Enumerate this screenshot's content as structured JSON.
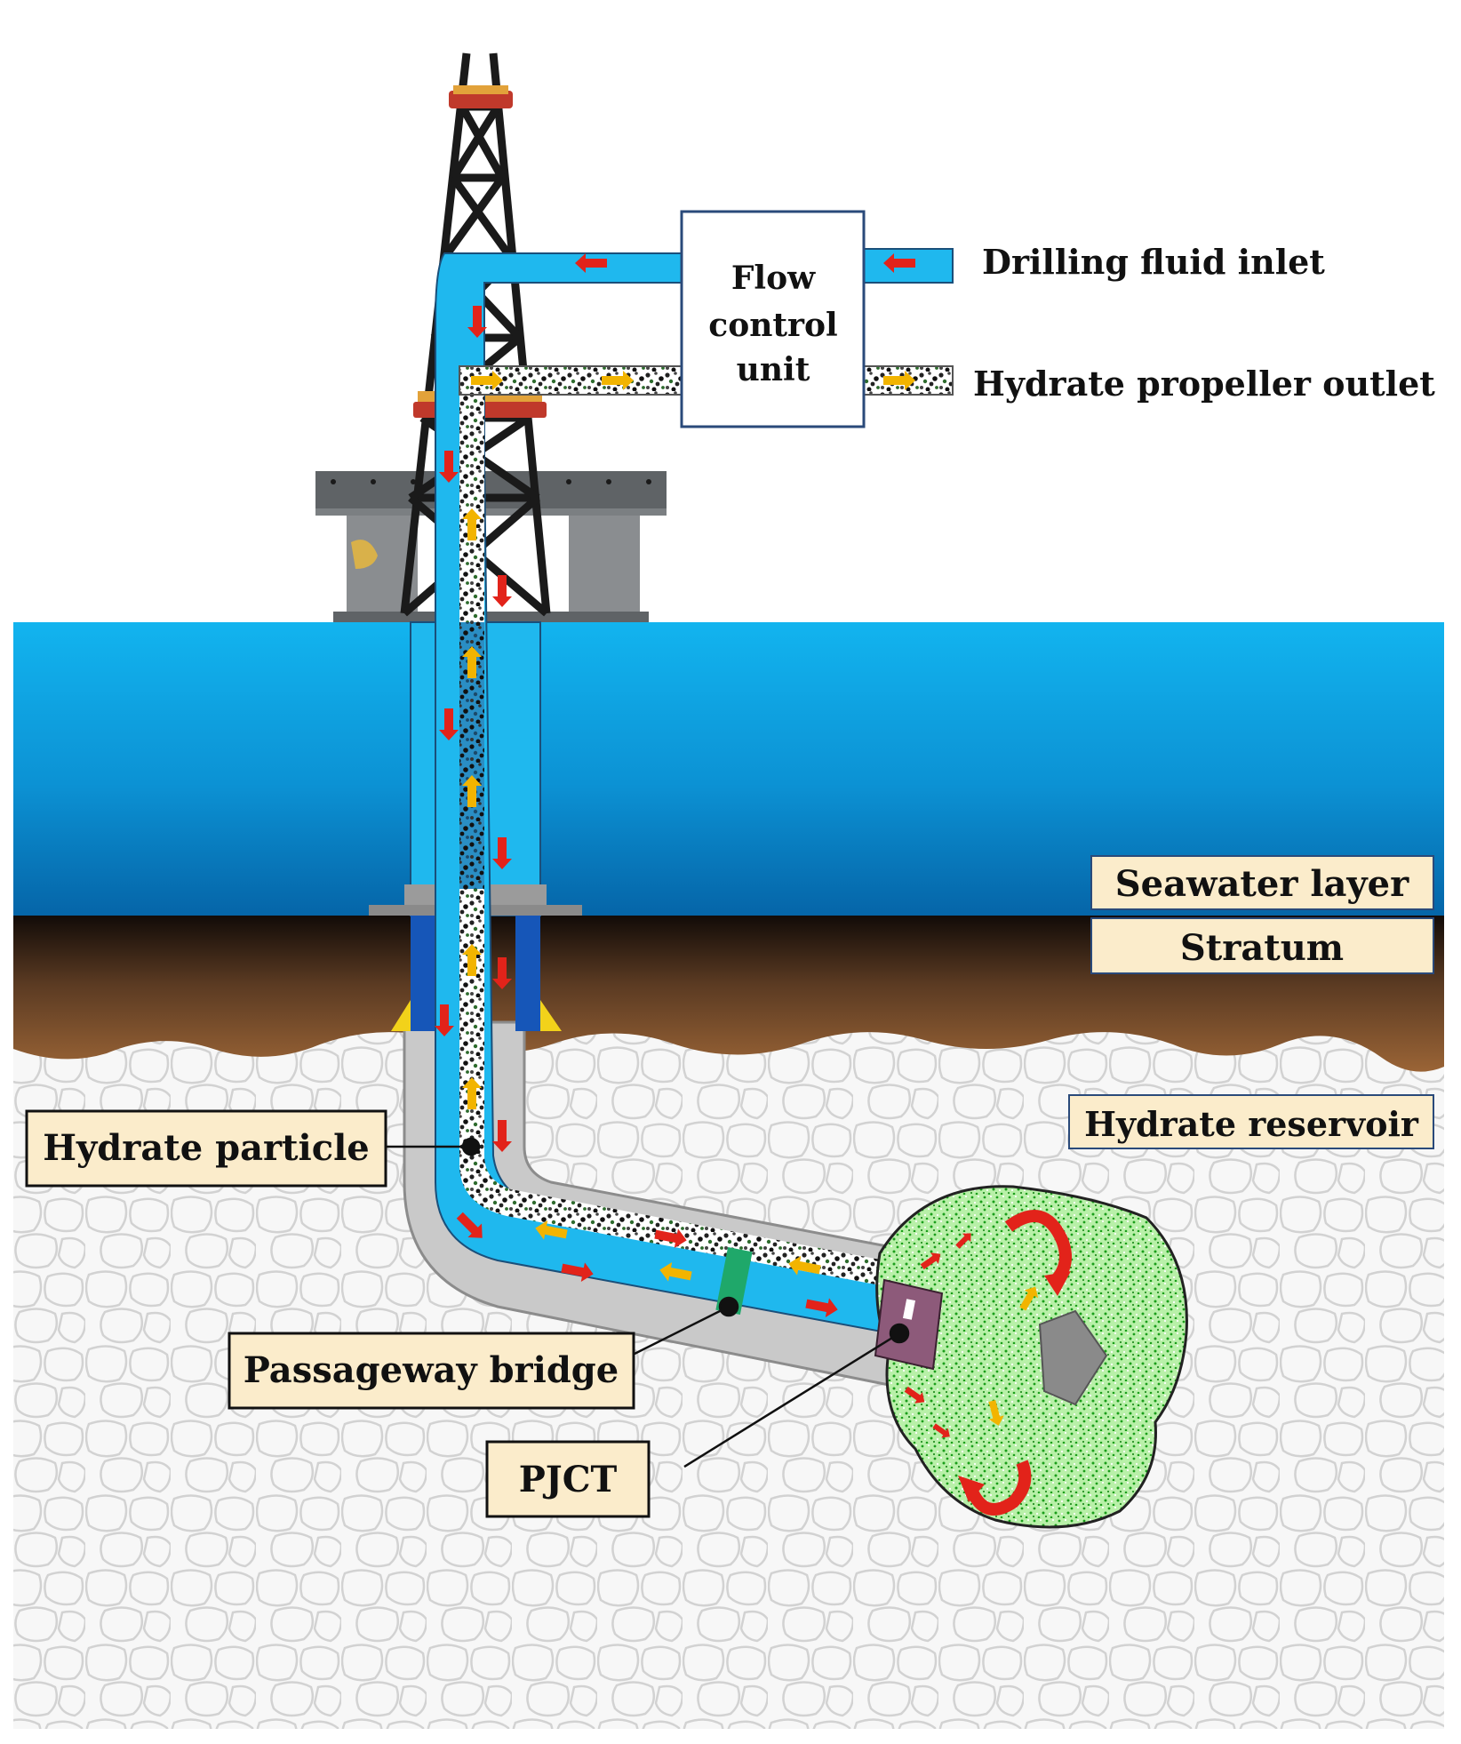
{
  "flow_control_unit": {
    "line1": "Flow",
    "line2": "control",
    "line3": "unit"
  },
  "labels": {
    "drilling_fluid_inlet": "Drilling fluid inlet",
    "hydrate_propeller_outlet": "Hydrate propeller outlet",
    "seawater_layer": "Seawater layer",
    "stratum": "Stratum",
    "hydrate_reservoir": "Hydrate reservoir",
    "hydrate_particle": "Hydrate particle",
    "passageway_bridge": "Passageway bridge",
    "pjct": "PJCT"
  },
  "colors": {
    "pipe_fluid": "#1fb8ee",
    "seawater_top": "#12b4ef",
    "seawater_bottom": "#0565a8",
    "stratum_top": "#0d0806",
    "stratum_bottom": "#9a6436",
    "reservoir_fill": "#f7f7f7",
    "label_fill": "#fbeccb",
    "flow_arrow_down": "#e2231a",
    "flow_arrow_up": "#f2b400",
    "cavity_fill": "#b8f0a8",
    "cavity_speckle": "#1a9e1a",
    "pjct_tool": "#8d5a7a",
    "bridge": "#1fa86a",
    "casing": "#c9c9c9",
    "derrick": "#1a1a1a",
    "platform": "#5f6366"
  }
}
